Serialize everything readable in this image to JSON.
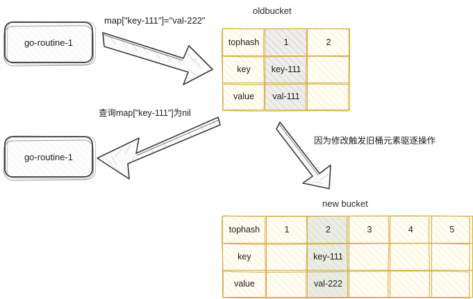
{
  "diagram": {
    "title_oldbucket": "oldbucket",
    "title_newbucket": "new bucket",
    "goroutine_top": "go-routine-1",
    "goroutine_bottom": "go-routine-1",
    "arrow_label_write": "map[\"key-111\"]=\"val-222\"",
    "arrow_label_read": "查询map[\"key-111\"]为nil",
    "arrow_label_evict": "因为修改触发旧桶元素驱逐操作",
    "colors": {
      "table_border": "#d4ab3b",
      "table_fill": "#fffdf4",
      "highlight_blue": "#ced2e1",
      "highlight_green": "#ced8d2",
      "box_stroke": "#4a4a4a",
      "text": "#1c1c1c"
    }
  },
  "oldbucket": {
    "rows": [
      {
        "header": "tophash",
        "cells": [
          "1",
          "2"
        ]
      },
      {
        "header": "key",
        "cells": [
          "key-111",
          ""
        ]
      },
      {
        "header": "value",
        "cells": [
          "val-111",
          ""
        ]
      }
    ],
    "highlight_column_index": 0
  },
  "newbucket": {
    "rows": [
      {
        "header": "tophash",
        "cells": [
          "1",
          "2",
          "3",
          "4",
          "5"
        ]
      },
      {
        "header": "key",
        "cells": [
          "",
          "key-111",
          "",
          "",
          ""
        ]
      },
      {
        "header": "value",
        "cells": [
          "",
          "val-222",
          "",
          "",
          ""
        ]
      }
    ],
    "highlight_column_index": 1
  }
}
